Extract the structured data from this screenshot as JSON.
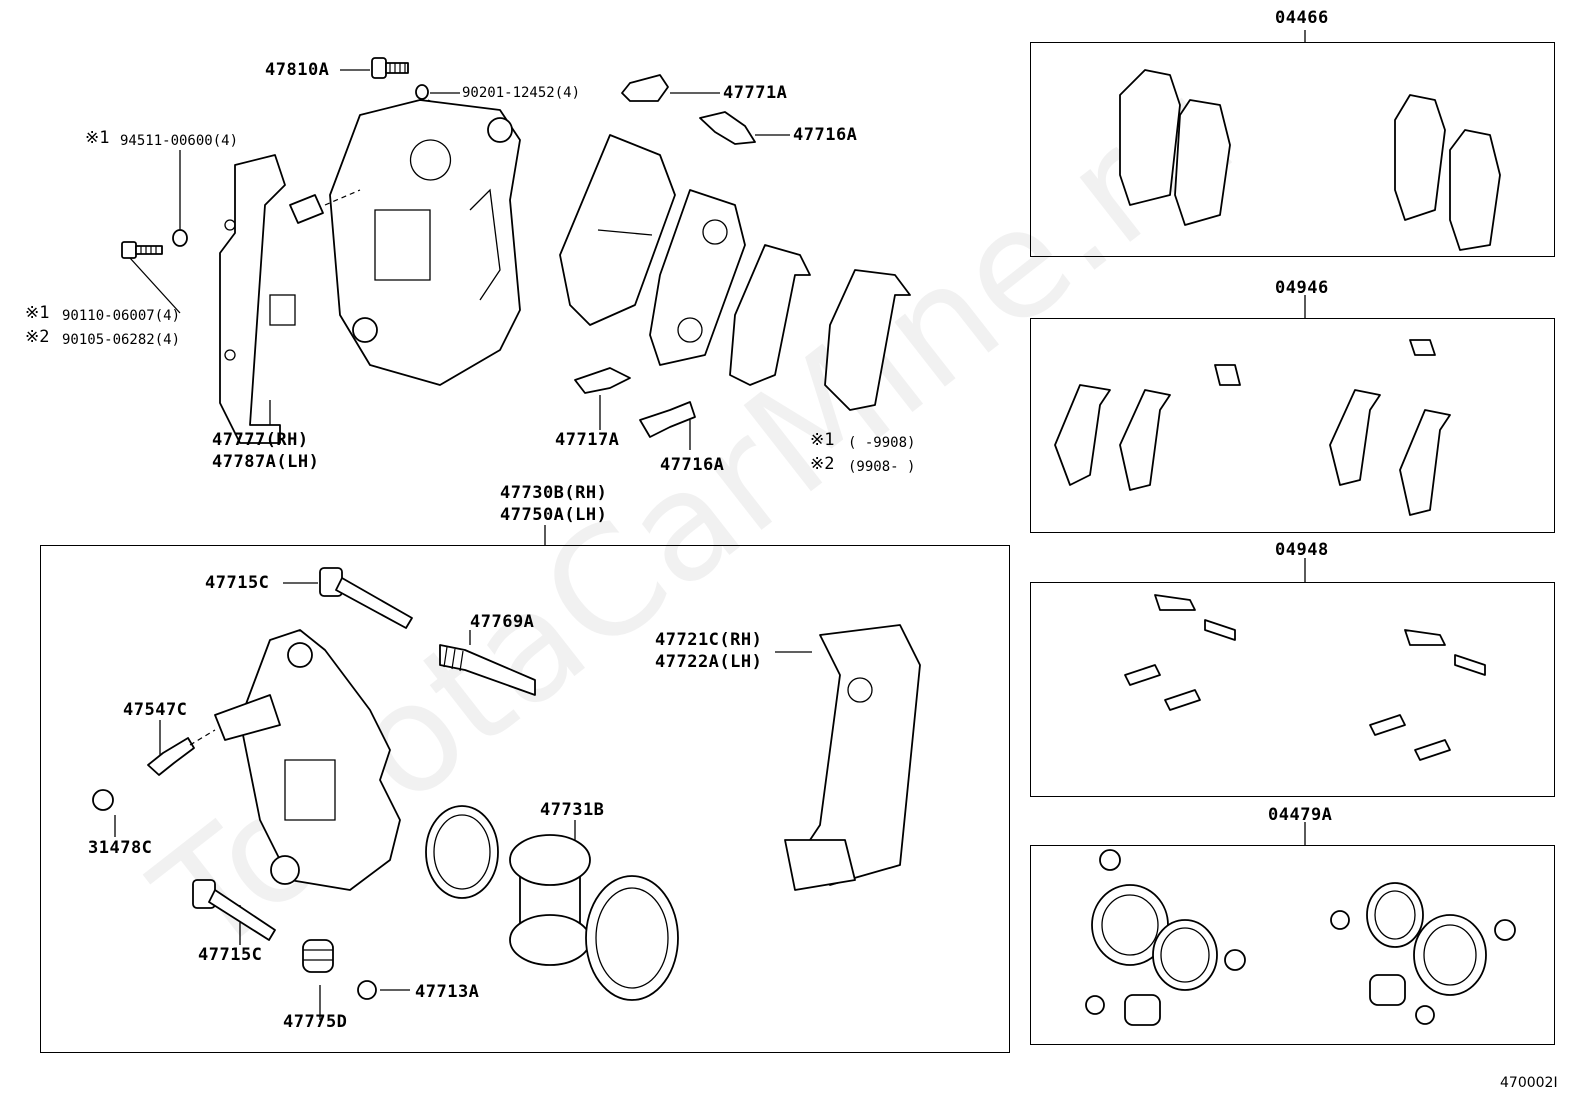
{
  "diagram": {
    "main_parts": {
      "bolt_47810A": "47810A",
      "washer": "90201-12452(4)",
      "clip_47771A": "47771A",
      "clip_47716A_top": "47716A",
      "bolt_94511_mark": "※1",
      "bolt_94511": "94511-00600(4)",
      "bolt_90110_mark": "※1",
      "bolt_90110": "90110-06007(4)",
      "bolt_90105_mark": "※2",
      "bolt_90105": "90105-06282(4)",
      "shield_rh": "47777(RH)",
      "shield_lh": "47787A(LH)",
      "clip_47717A": "47717A",
      "clip_47716A_bottom": "47716A",
      "note1_mark": "※1",
      "note1_range": "(     -9908)",
      "note2_mark": "※2",
      "note2_range": "(9908-     )",
      "caliper_rh": "47730B(RH)",
      "caliper_lh": "47750A(LH)"
    },
    "caliper_box": {
      "pin_top": "47715C",
      "pin_boot": "47769A",
      "bleeder": "47547C",
      "bleeder_cap": "31478C",
      "pin_bottom": "47715C",
      "boot": "47775D",
      "plug": "47713A",
      "piston": "47731B",
      "mount_rh": "47721C(RH)",
      "mount_lh": "47722A(LH)"
    },
    "kits": [
      {
        "code": "04466"
      },
      {
        "code": "04946"
      },
      {
        "code": "04948"
      },
      {
        "code": "04479A"
      }
    ],
    "figure_ref": "470002I",
    "watermark": "ToyotaCarMine.ru"
  }
}
